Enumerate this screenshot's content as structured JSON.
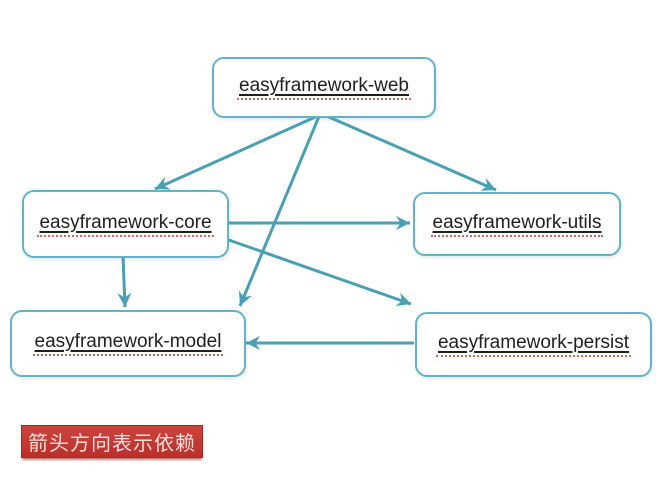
{
  "diagram": {
    "nodes": [
      {
        "id": "web",
        "label": "easyframework-web"
      },
      {
        "id": "core",
        "label": "easyframework-core"
      },
      {
        "id": "utils",
        "label": "easyframework-utils"
      },
      {
        "id": "model",
        "label": "easyframework-model"
      },
      {
        "id": "persist",
        "label": "easyframework-persist"
      }
    ],
    "edges": [
      {
        "from": "easyframework-web",
        "to": "easyframework-core"
      },
      {
        "from": "easyframework-web",
        "to": "easyframework-utils"
      },
      {
        "from": "easyframework-web",
        "to": "easyframework-model"
      },
      {
        "from": "easyframework-core",
        "to": "easyframework-utils"
      },
      {
        "from": "easyframework-core",
        "to": "easyframework-model"
      },
      {
        "from": "easyframework-core",
        "to": "easyframework-persist"
      },
      {
        "from": "easyframework-persist",
        "to": "easyframework-model"
      }
    ],
    "legend": {
      "text": "箭头方向表示依赖"
    },
    "colors": {
      "arrow": "#4a9fb4",
      "node_border": "#62b2c9",
      "node_text": "#1f1f1f",
      "spellcheck_red": "#cc6a5f",
      "legend_bg_top": "#cb453d",
      "legend_bg_bottom": "#bb2f29",
      "legend_border": "#9c2b26",
      "legend_text": "#f4dedd"
    }
  }
}
